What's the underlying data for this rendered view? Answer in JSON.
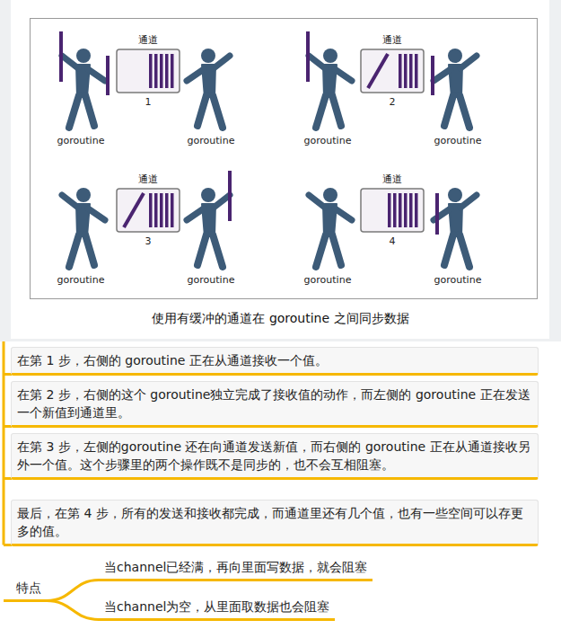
{
  "diagram": {
    "caption": "使用有缓冲的通道在 goroutine 之间同步数据",
    "nodes": [
      {
        "text": [
          "在第 1 步，右侧的 goroutine 正在从通道接收一个值。"
        ]
      },
      {
        "text": [
          "在第 2 步，右侧的这个 goroutine独立完成了接收值的动作，而左侧的 goroutine 正在发送一个新值到通道里。"
        ]
      },
      {
        "text": [
          "在第 3 步，左侧的goroutine 还在向通道发送新值，而右侧的 goroutine 正在从通道接收另外一个值。这个步骤里的两个操作既不是同步的，也不会互相阻塞。"
        ]
      },
      {
        "text": [
          "最后，在第 4 步，所有的发送和接收都完成，而通道里还有几个值，也有一些空间可以存更多的值。"
        ]
      },
      {
        "text": [
          "特点"
        ]
      },
      {
        "text": [
          "当channel已经满，再向里面写数据，就会阻塞"
        ]
      },
      {
        "text": [
          "当channel为空，从里面取数据也会阻塞"
        ]
      }
    ],
    "edges": [
      {
        "from": 4,
        "to": 5,
        "arrow": "none"
      },
      {
        "from": 4,
        "to": 6,
        "arrow": "none"
      }
    ],
    "labels": [
      "通道",
      "1",
      "goroutine",
      "goroutine",
      "通道",
      "2",
      "goroutine",
      "goroutine",
      "通道",
      "3",
      "goroutine",
      "goroutine",
      "通道",
      "4",
      "goroutine",
      "goroutine"
    ]
  }
}
